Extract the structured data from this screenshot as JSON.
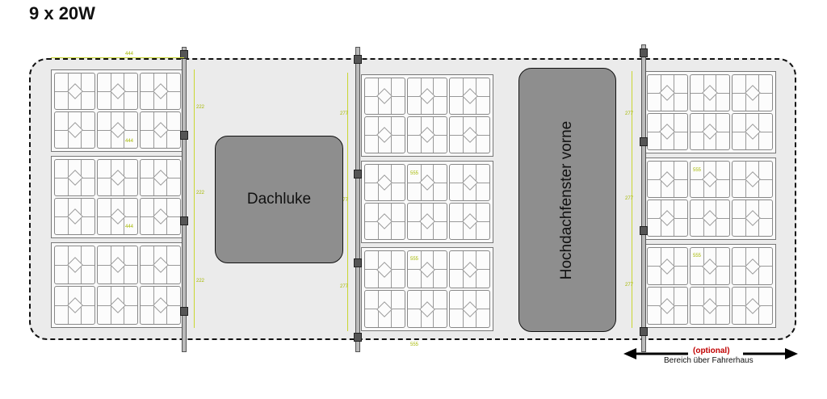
{
  "title": "9 x 20W",
  "hatch1": {
    "label": "Dachluke"
  },
  "hatch2": {
    "label": "Hochdachfenster vorne"
  },
  "cab_note": {
    "optional": "(optional)",
    "area": "Bereich über Fahrerhaus"
  },
  "panels": {
    "count": 9,
    "power": "20W"
  },
  "dimensions": {
    "width_label": "444",
    "height_label": "222",
    "side_label": "277",
    "panel_label": "555"
  },
  "colors": {
    "roof": "#ebebeb",
    "hatch": "#8e8e8e",
    "dimension": "#c9d631",
    "optional_text": "#c00000"
  }
}
